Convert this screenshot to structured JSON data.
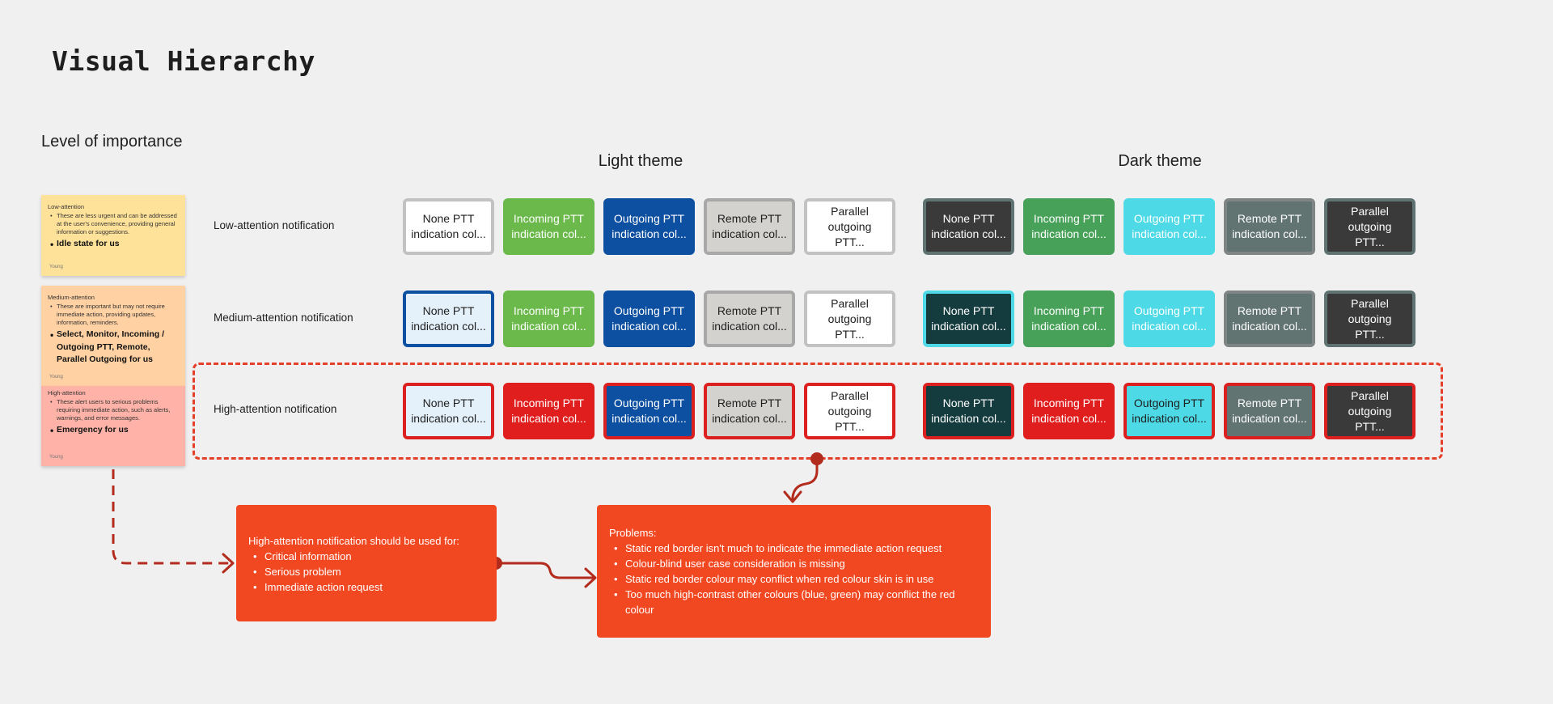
{
  "page_title": "Visual Hierarchy",
  "section_title": "Level of importance",
  "themes": {
    "light": "Light theme",
    "dark": "Dark theme"
  },
  "stickies": [
    {
      "heading": "Low-attention",
      "description": "These are less urgent and can be addressed at the user's convenience, providing general information or suggestions.",
      "usage": "Idle state for us",
      "author": "Young",
      "color": "#ffe29a"
    },
    {
      "heading": "Medium-attention",
      "description": "These are important but may not require immediate action, providing updates, information, reminders.",
      "usage": "Select, Monitor, Incoming / Outgoing PTT, Remote, Parallel Outgoing for us",
      "author": "Young",
      "color": "#ffd1a3"
    },
    {
      "heading": "High-attention",
      "description": "These alert users to serious problems requiring immediate action, such as alerts, warnings, and error messages.",
      "usage": "Emergency for us",
      "author": "Young",
      "color": "#ffb3a8"
    }
  ],
  "rows": [
    {
      "label": "Low-attention notification",
      "light": [
        {
          "text": "None PTT\nindication col...",
          "bg": "#ffffff",
          "fg": "#1e1e1e",
          "border": "#c2c2c2"
        },
        {
          "text": "Incoming PTT\nindication col...",
          "bg": "#6ab94a",
          "fg": "#ffffff",
          "border": "#6ab94a"
        },
        {
          "text": "Outgoing PTT\nindication col...",
          "bg": "#0d4fa0",
          "fg": "#ffffff",
          "border": "#0d4fa0"
        },
        {
          "text": "Remote PTT\nindication col...",
          "bg": "#d4d2cf",
          "fg": "#1e1e1e",
          "border": "#a8a8a8"
        },
        {
          "text": "Parallel\noutgoing PTT...",
          "bg": "#ffffff",
          "fg": "#1e1e1e",
          "border": "#c2c2c2"
        }
      ],
      "dark": [
        {
          "text": "None PTT\nindication col...",
          "bg": "#3a3a3a",
          "fg": "#ffffff",
          "border": "#5f7472"
        },
        {
          "text": "Incoming PTT\nindication col...",
          "bg": "#47a158",
          "fg": "#ffffff",
          "border": "#47a158"
        },
        {
          "text": "Outgoing PTT\nindication col...",
          "bg": "#4dd9e6",
          "fg": "#ffffff",
          "border": "#4dd9e6"
        },
        {
          "text": "Remote PTT\nindication col...",
          "bg": "#627472",
          "fg": "#ffffff",
          "border": "#7e8584"
        },
        {
          "text": "Parallel\noutgoing PTT...",
          "bg": "#3a3a3a",
          "fg": "#ffffff",
          "border": "#5f7472"
        }
      ]
    },
    {
      "label": "Medium-attention notification",
      "light": [
        {
          "text": "None PTT\nindication col...",
          "bg": "#e4f1fb",
          "fg": "#1e1e1e",
          "border": "#0d4fa0"
        },
        {
          "text": "Incoming PTT\nindication col...",
          "bg": "#6ab94a",
          "fg": "#ffffff",
          "border": "#6ab94a"
        },
        {
          "text": "Outgoing PTT\nindication col...",
          "bg": "#0d4fa0",
          "fg": "#ffffff",
          "border": "#0d4fa0"
        },
        {
          "text": "Remote PTT\nindication col...",
          "bg": "#d4d2cf",
          "fg": "#1e1e1e",
          "border": "#a8a8a8"
        },
        {
          "text": "Parallel\noutgoing PTT...",
          "bg": "#ffffff",
          "fg": "#1e1e1e",
          "border": "#c2c2c2"
        }
      ],
      "dark": [
        {
          "text": "None PTT\nindication col...",
          "bg": "#143c3f",
          "fg": "#ffffff",
          "border": "#4dd9e6"
        },
        {
          "text": "Incoming PTT\nindication col...",
          "bg": "#47a158",
          "fg": "#ffffff",
          "border": "#47a158"
        },
        {
          "text": "Outgoing PTT\nindication col...",
          "bg": "#4dd9e6",
          "fg": "#ffffff",
          "border": "#4dd9e6"
        },
        {
          "text": "Remote PTT\nindication col...",
          "bg": "#627472",
          "fg": "#ffffff",
          "border": "#7e8584"
        },
        {
          "text": "Parallel\noutgoing PTT...",
          "bg": "#3a3a3a",
          "fg": "#ffffff",
          "border": "#5f7472"
        }
      ]
    },
    {
      "label": "High-attention notification",
      "light": [
        {
          "text": "None PTT\nindication col...",
          "bg": "#e4f1fb",
          "fg": "#1e1e1e",
          "border": "#dc1f1f"
        },
        {
          "text": "Incoming PTT\nindication col...",
          "bg": "#e01e1e",
          "fg": "#ffffff",
          "border": "#e01e1e"
        },
        {
          "text": "Outgoing PTT\nindication col...",
          "bg": "#0d4fa0",
          "fg": "#ffffff",
          "border": "#dc1f1f"
        },
        {
          "text": "Remote PTT\nindication col...",
          "bg": "#d4d2cf",
          "fg": "#1e1e1e",
          "border": "#dc1f1f"
        },
        {
          "text": "Parallel\noutgoing PTT...",
          "bg": "#ffffff",
          "fg": "#1e1e1e",
          "border": "#dc1f1f"
        }
      ],
      "dark": [
        {
          "text": "None PTT\nindication col...",
          "bg": "#143c3f",
          "fg": "#ffffff",
          "border": "#dc1f1f"
        },
        {
          "text": "Incoming PTT\nindication col...",
          "bg": "#e01e1e",
          "fg": "#ffffff",
          "border": "#e01e1e"
        },
        {
          "text": "Outgoing PTT\nindication col...",
          "bg": "#4dd9e6",
          "fg": "#1e1e1e",
          "border": "#dc1f1f"
        },
        {
          "text": "Remote PTT\nindication col...",
          "bg": "#627472",
          "fg": "#ffffff",
          "border": "#dc1f1f"
        },
        {
          "text": "Parallel\noutgoing PTT...",
          "bg": "#3a3a3a",
          "fg": "#ffffff",
          "border": "#dc1f1f"
        }
      ]
    }
  ],
  "callouts": {
    "usage": {
      "heading": "High-attention notification should be used for:",
      "items": [
        "Critical information",
        "Serious problem",
        "Immediate action request"
      ]
    },
    "problems": {
      "heading": "Problems:",
      "items": [
        "Static red border isn't much to indicate the immediate action request",
        "Colour-blind user case consideration is missing",
        "Static red border colour may conflict when red colour skin is in use",
        "Too much high-contrast other colours (blue, green) may conflict the red colour"
      ]
    }
  },
  "colors": {
    "background": "#f0f0f0",
    "accent_red": "#e53f2a",
    "callout_bg": "#f24822"
  }
}
